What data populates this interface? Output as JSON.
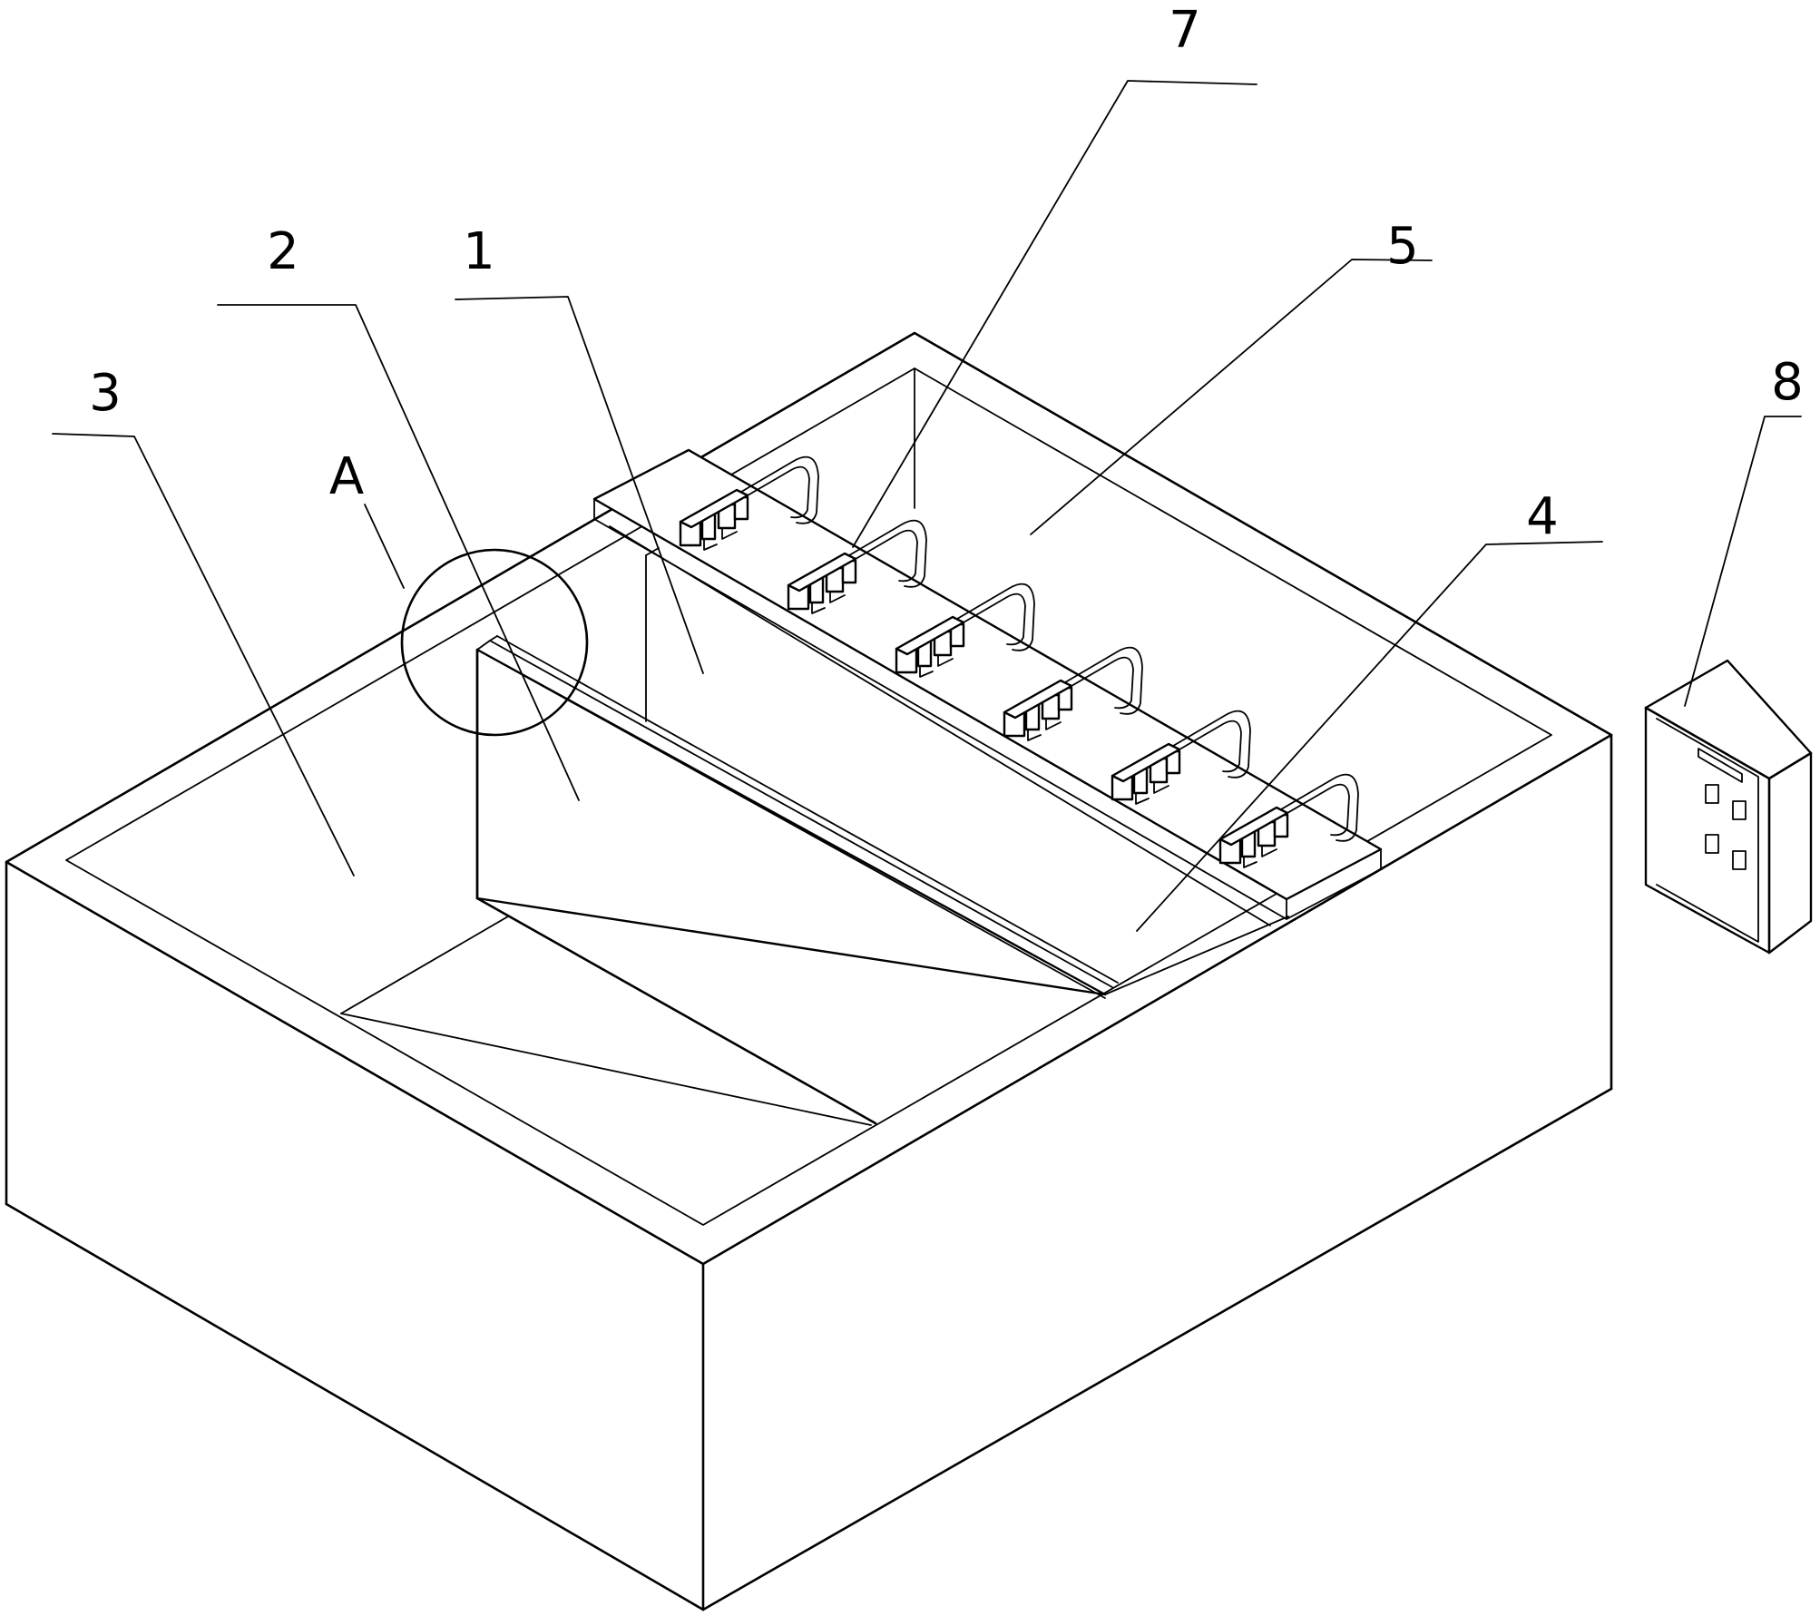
{
  "callouts": [
    {
      "id": "1",
      "label": "1"
    },
    {
      "id": "2",
      "label": "2"
    },
    {
      "id": "3",
      "label": "3"
    },
    {
      "id": "4",
      "label": "4"
    },
    {
      "id": "5",
      "label": "5"
    },
    {
      "id": "7",
      "label": "7"
    },
    {
      "id": "8",
      "label": "8"
    },
    {
      "id": "A",
      "label": "A"
    }
  ]
}
